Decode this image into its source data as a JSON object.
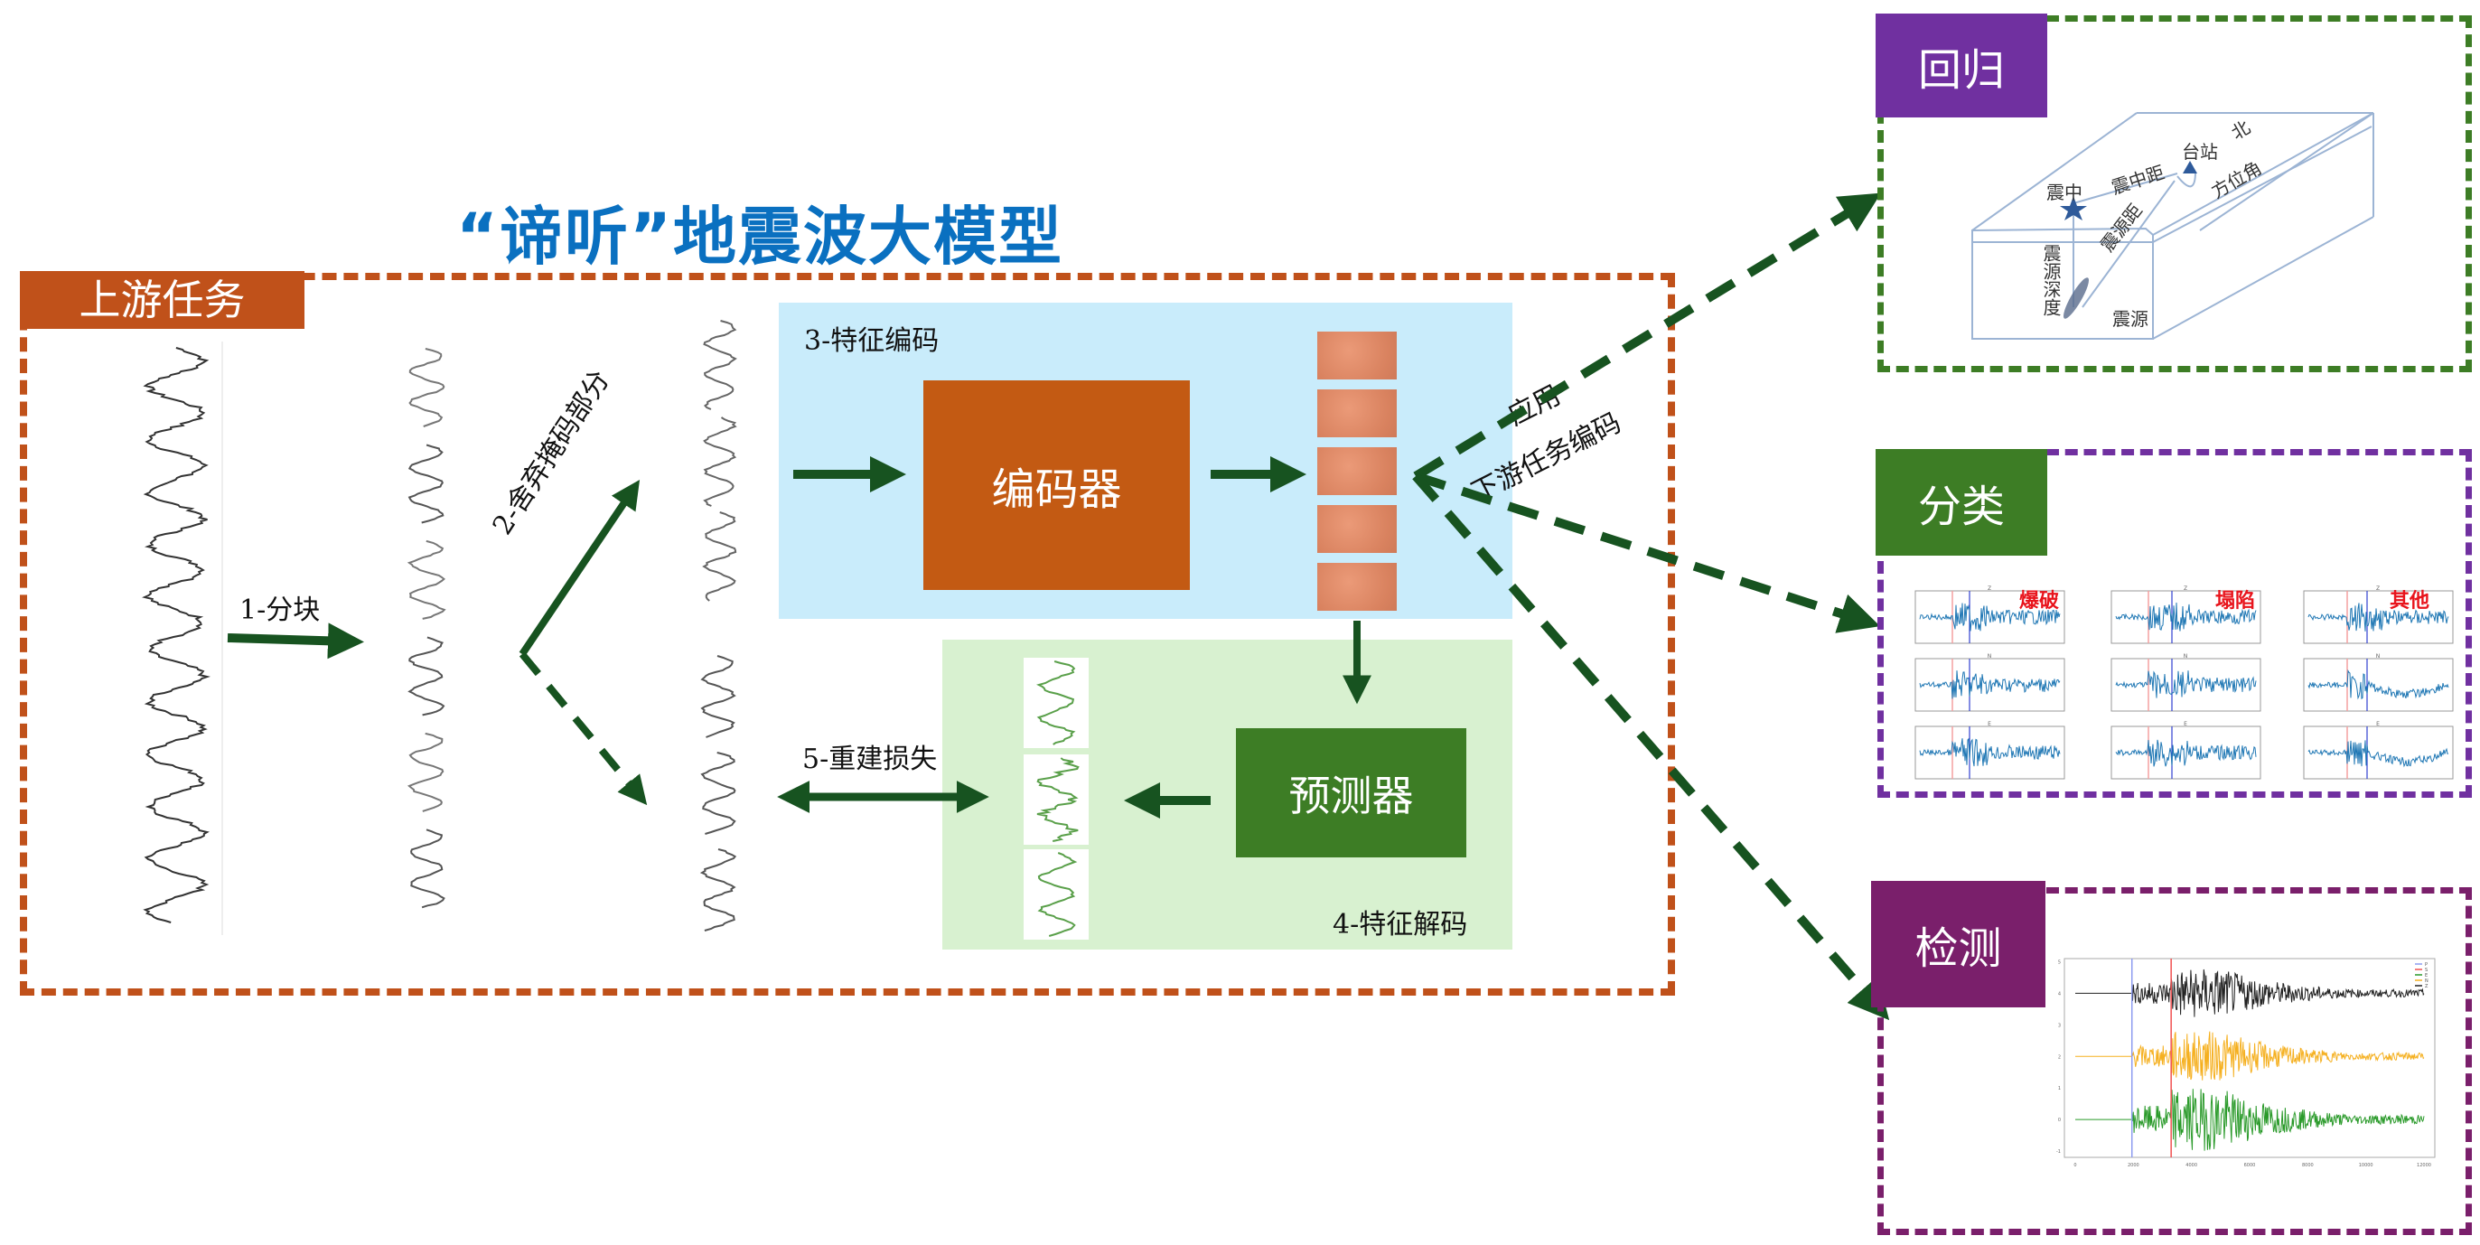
{
  "title": "“谛听”地震波大模型",
  "upstream": {
    "label": "上游任务",
    "steps": {
      "patchify": "1-分块",
      "drop_mask": "2-舍弃掩码部分",
      "feature_encode": "3-特征编码",
      "feature_decode": "4-特征解码",
      "recon_loss": "5-重建损失"
    },
    "encoder_label": "编码器",
    "predictor_label": "预测器",
    "apply_line1": "应用",
    "apply_line2": "下游任务编码",
    "patches": [
      {
        "masked": false
      },
      {
        "masked": true
      },
      {
        "masked": false
      },
      {
        "masked": true
      },
      {
        "masked": false
      },
      {
        "masked": true
      }
    ],
    "token_count": 5
  },
  "downstream": {
    "regression": {
      "label": "回归",
      "diagram_labels": {
        "epicenter": "震中",
        "epicentral_distance": "震中距",
        "station": "台站",
        "north": "北",
        "hypocentral_distance": "震源距",
        "azimuth": "方位角",
        "focal_depth": "震源深度",
        "hypocenter": "震源"
      }
    },
    "classification": {
      "label": "分类",
      "classes": [
        "爆破",
        "塌陷",
        "其他"
      ],
      "subplot_titles": [
        "Z",
        "N",
        "E"
      ]
    },
    "detection": {
      "label": "检测",
      "chart_data": {
        "type": "line",
        "series": [
          {
            "name": "P",
            "color": "#8e9cf0"
          },
          {
            "name": "S",
            "color": "#f05050"
          },
          {
            "name": "E",
            "color": "#2a9a2a"
          },
          {
            "name": "N",
            "color": "#f5b020"
          },
          {
            "name": "Z",
            "color": "#222222"
          }
        ],
        "x_ticks": [
          "0",
          "2000",
          "4000",
          "6000",
          "8000",
          "10000",
          "12000"
        ],
        "y_ticks": [
          "5",
          "4",
          "3",
          "2",
          "1",
          "0",
          "-1"
        ],
        "xlim": [
          0,
          12000
        ],
        "ylim": [
          -1.2,
          5.1
        ],
        "p_arrival": 1950,
        "s_arrival": 3300,
        "offsets": {
          "Z": 4,
          "N": 2,
          "E": 0
        },
        "legend": "top-right"
      }
    }
  },
  "colors": {
    "title": "#0a70c0",
    "upstream": "#c0511a",
    "arrow": "#175320",
    "encoder": "#c35a13",
    "predictor": "#3d7d25",
    "classification_tag": "#e8141c"
  }
}
